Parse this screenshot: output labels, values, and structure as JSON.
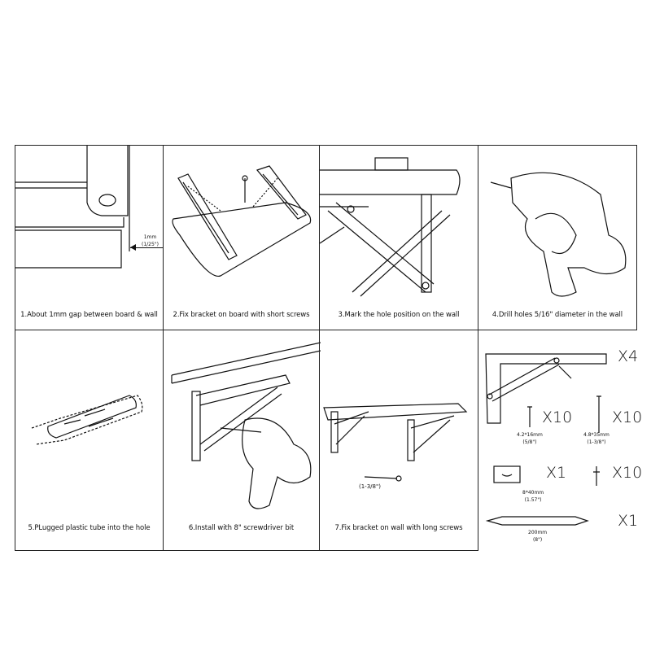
{
  "steps": [
    {
      "caption": "1.About 1mm gap between board & wall",
      "gap_label": "1mm",
      "gap_inch": "(1/25\")"
    },
    {
      "caption": "2.Fix bracket on board with short screws"
    },
    {
      "caption": "3.Mark the hole position on the wall"
    },
    {
      "caption": "4.Drill holes 5/16\" diameter in the wall"
    },
    {
      "caption": "5.PLugged plastic tube into the hole"
    },
    {
      "caption": "6.Install with 8\" screwdriver bit"
    },
    {
      "caption": "7.Fix bracket on wall with long screws",
      "screw_label": "(1-3/8\")"
    }
  ],
  "parts": [
    {
      "name": "bracket",
      "qty": "X4"
    },
    {
      "name": "short-screw",
      "qty": "X10",
      "size": "4.2*16mm",
      "inch": "(5/8\")"
    },
    {
      "name": "long-screw",
      "qty": "X10",
      "size": "4.8*35mm",
      "inch": "(1-3/8\")"
    },
    {
      "name": "spirit-level",
      "qty": "X1",
      "size": "8*40mm",
      "inch": "(1.57\")"
    },
    {
      "name": "wall-plug",
      "qty": "X10"
    },
    {
      "name": "screwdriver-bit",
      "qty": "X1",
      "size": "200mm",
      "inch": "(8\")"
    }
  ]
}
